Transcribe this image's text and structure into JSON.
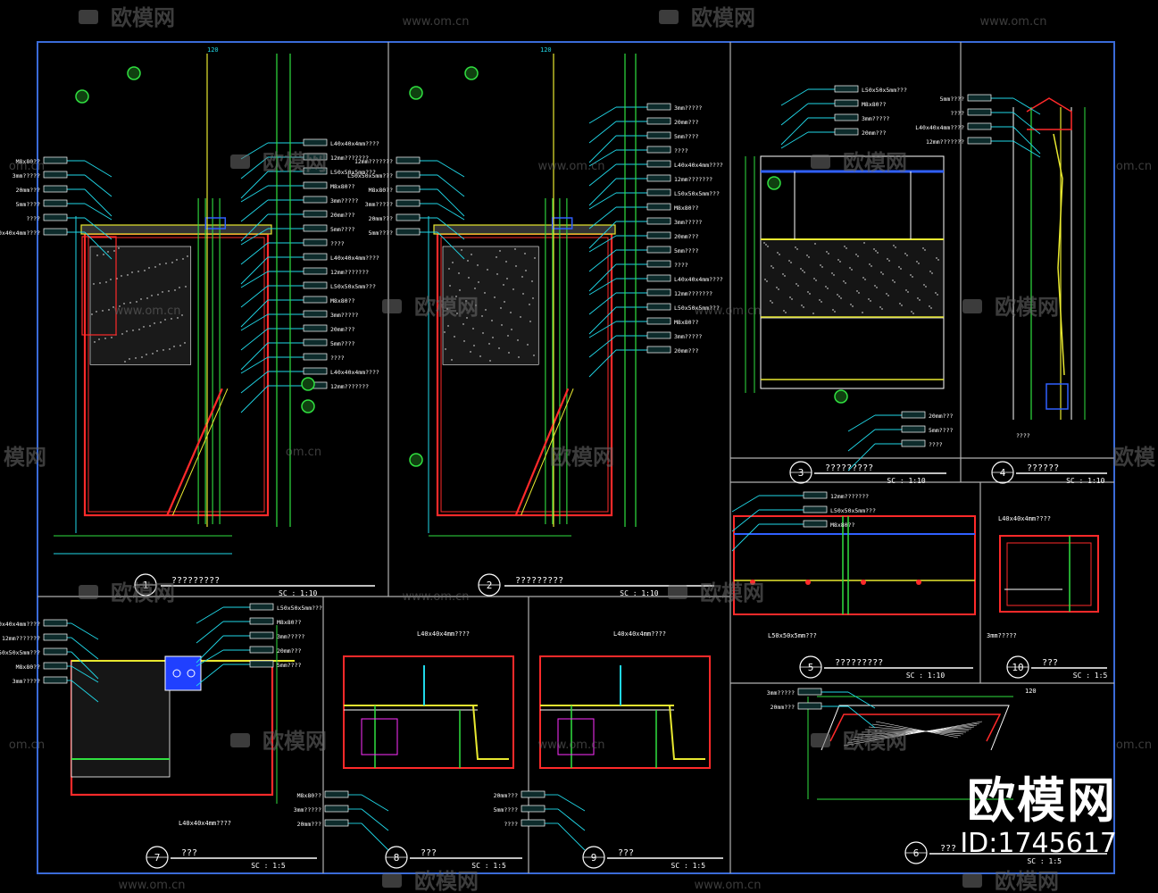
{
  "watermark": {
    "brand": "欧模网",
    "site": "www.om.cn",
    "site_short": "om.cn",
    "brand_partial": "欧模",
    "brand_fragment": "模网",
    "brand_big": "欧模网",
    "id_text": "ID:1745617"
  },
  "colors": {
    "background": "#000000",
    "frame": "#3a6bd8",
    "panel_line": "#b0b0b0",
    "red": "#ff2a2a",
    "yellow": "#e8e830",
    "green": "#30e040",
    "cyan": "#20d8e8",
    "white": "#ffffff",
    "blue": "#3060ff",
    "magenta": "#ff30ff",
    "watermark": "#6e6e6e"
  },
  "panels": [
    {
      "id": "p1",
      "number": "1",
      "title": "?????????",
      "scale": "SC : 1:10"
    },
    {
      "id": "p2",
      "number": "2",
      "title": "?????????",
      "scale": "SC : 1:10"
    },
    {
      "id": "p3",
      "number": "3",
      "title": "?????????",
      "scale": "SC : 1:10"
    },
    {
      "id": "p4",
      "number": "4",
      "title": "??????",
      "scale": "SC : 1:10"
    },
    {
      "id": "p5",
      "number": "5",
      "title": "?????????",
      "scale": "SC : 1:10"
    },
    {
      "id": "p6",
      "number": "10",
      "title": "???",
      "scale": "SC : 1:5"
    },
    {
      "id": "p7",
      "number": "7",
      "title": "???",
      "scale": "SC : 1:5"
    },
    {
      "id": "p8",
      "number": "8",
      "title": "???",
      "scale": "SC : 1:5"
    },
    {
      "id": "p9",
      "number": "9",
      "title": "???",
      "scale": "SC : 1:5"
    },
    {
      "id": "p10",
      "number": "6",
      "title": "???",
      "scale": "SC : 1:5"
    }
  ],
  "annotation_samples": {
    "material": "L40x40x4mm????",
    "board": "12mm???????",
    "steel": "L50x50x5mm???",
    "screw": "M8x80??",
    "finish": "3mm?????",
    "layer": "20mm???",
    "fixing": "5mm????",
    "keel": "????",
    "dim": "120"
  }
}
